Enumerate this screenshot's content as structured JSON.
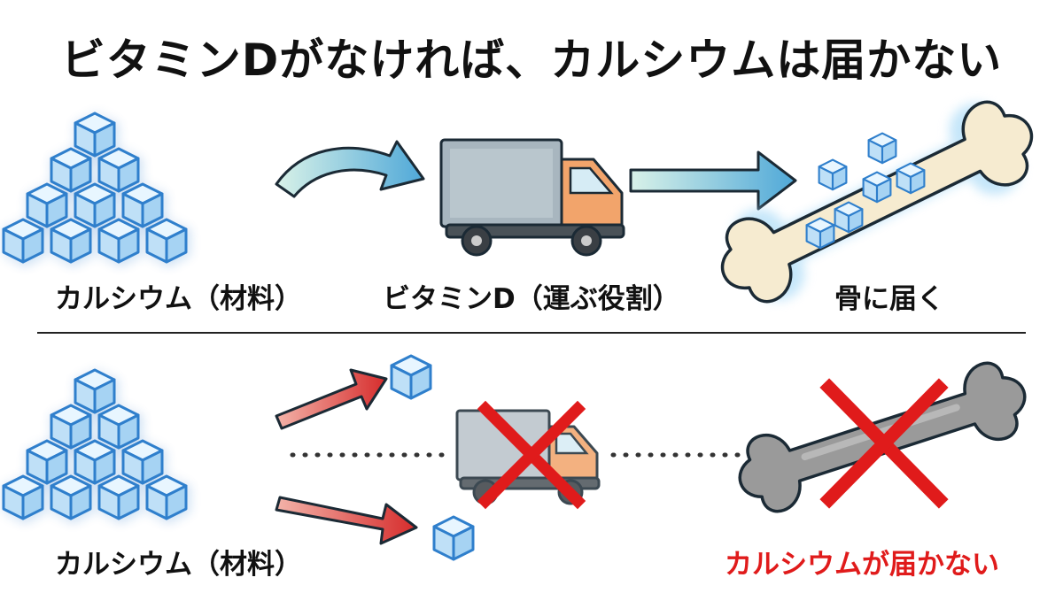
{
  "title": "ビタミンDがなければ、カルシウムは届かない",
  "top_row": {
    "calcium_label": "カルシウム（材料）",
    "vitamin_label": "ビタミンD（運ぶ役割）",
    "bone_label": "骨に届く"
  },
  "bottom_row": {
    "calcium_label": "カルシウム（材料）",
    "result_label": "カルシウムが届かない"
  },
  "colors": {
    "cube_fill": "#cfe9fb",
    "cube_stroke": "#3b8fd9",
    "truck_body": "#f2a46b",
    "truck_cargo": "#a8b6bf",
    "bone": "#f6ebd0",
    "bone_gray": "#9a9a9a",
    "cross_red": "#e01b1b",
    "arrow_blue": "#7fc4e6",
    "arrow_red": "#d83a3a"
  }
}
